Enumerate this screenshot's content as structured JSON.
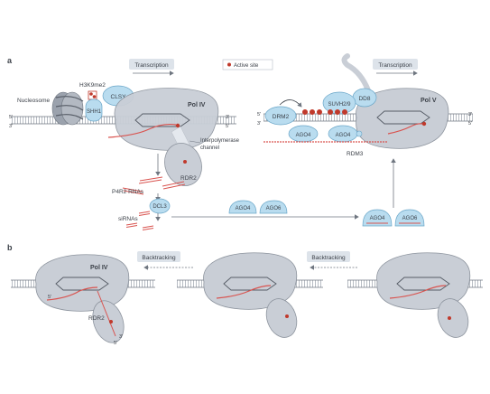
{
  "panel_a": {
    "letter": "a",
    "transcription_left": "Transcription",
    "transcription_right": "Transcription",
    "legend_active_site": "Active site",
    "nucleosome": "Nucleosome",
    "h3k9me2": "H3K9me2",
    "shh1": "SHH1",
    "clsy": "CLSY",
    "pol_iv": "Pol IV",
    "pol_v": "Pol V",
    "interpolymerase_line1": "Interpolymerase",
    "interpolymerase_line2": "channel",
    "rdr2": "RDR2",
    "p4r2_rnas": "P4R2 RNAs",
    "dcl3": "DCL3",
    "sirnas": "siRNAs",
    "ago4_mid": "AGO4",
    "ago6_mid": "AGO6",
    "ago4_right": "AGO4",
    "ago6_right": "AGO6",
    "drm2": "DRM2",
    "suvh": "SUVH2/9",
    "dd8": "DD8",
    "ago4_v1": "AGO4",
    "ago4_v2": "AGO4",
    "rdm3": "RDM3",
    "strand_5_left_top": "5'",
    "strand_3_left_bottom": "3'",
    "strand_3_left_top_end": "3'",
    "strand_5_left_bottom_end": "5'",
    "strand_5_right_top": "5'",
    "strand_3_right_bottom": "3'",
    "strand_3_right_top_end": "3'",
    "strand_5_right_bottom_end": "5'"
  },
  "panel_b": {
    "letter": "b",
    "pol_iv": "Pol IV",
    "backtracking_1": "Backtracking",
    "backtracking_2": "Backtracking",
    "rdr2": "RDR2",
    "five_prime_a": "5'",
    "five_prime_b": "5'",
    "three_prime": "3'"
  },
  "colors": {
    "polymerase": "#c9ced6",
    "polymerase_stroke": "#8d949e",
    "protein_blue": "#b9dcef",
    "protein_blue_stroke": "#6aa6c8",
    "rna_red": "#d9534f",
    "active_site": "#c0392b",
    "arrow_box": "#dde3ea",
    "dna": "#6f7680"
  }
}
